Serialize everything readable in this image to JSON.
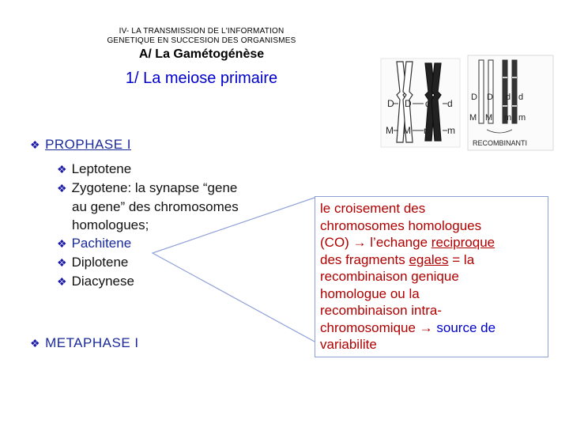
{
  "header": {
    "line1": "IV- LA TRANSMISSION DE L'INFORMATION",
    "line2": "GENETIQUE EN SUCCESION DES ORGANISMES",
    "subtitle": "A/ La Gamétogénèse",
    "title": "1/ La meiose primaire"
  },
  "bullets": {
    "prophase": "PROPHASE   I",
    "metaphase": "METAPHASE   I",
    "sub": {
      "leptotene": "Leptotene",
      "zygotene_1": "Zygotene: la synapse “gene",
      "zygotene_2": "au gene” des chromosomes",
      "zygotene_3": "homologues;",
      "pachitene": "Pachitene",
      "diplotene": "Diplotene",
      "diacynese": "Diacynese"
    }
  },
  "callout": {
    "l1": "le croisement des",
    "l2": "chromosomes homologues",
    "l3a": "(CO) → l’echange ",
    "l3b": "reciproque",
    "l4a": "des  fragments ",
    "l4b": "egales",
    "l4c": " = la",
    "l5": "recombinaison genique",
    "l6": "homologue ou la",
    "l7": "recombinaison intra-",
    "l8a": "chromosomique → ",
    "l8b": "source de",
    "l9": "variabilite"
  },
  "figure": {
    "caption": "RECOMBINANTI",
    "label_D": "D",
    "label_d": "d",
    "label_M": "M",
    "label_m": "m"
  },
  "colors": {
    "title_blue": "#0000cc",
    "bullet_blue": "#1a2a9a",
    "callout_red": "#b00000",
    "callout_border": "#8fa0d8"
  }
}
